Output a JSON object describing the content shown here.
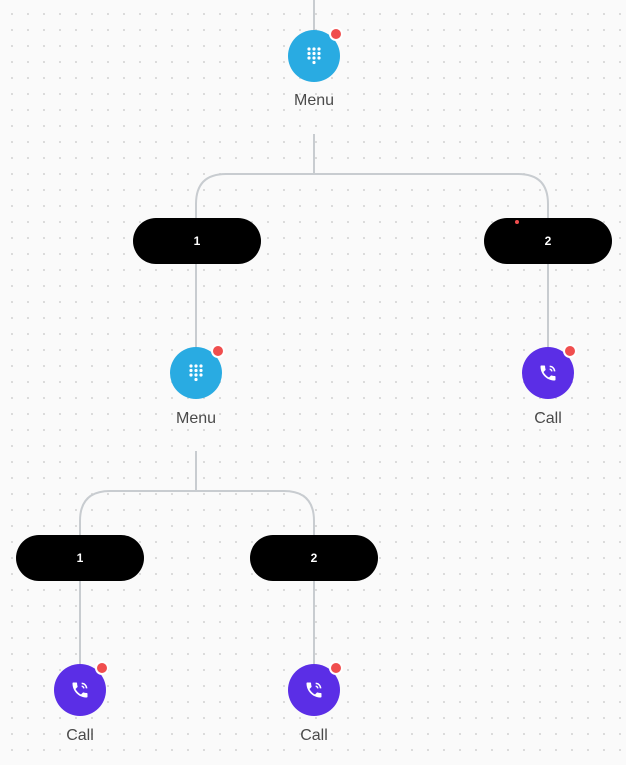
{
  "colors": {
    "menu_node": "#29abe2",
    "call_node": "#5b2ee6",
    "badge": "#f04e4e",
    "connector": "#c8ccd0",
    "pill": "#000000"
  },
  "nodes": [
    {
      "id": "menu-top",
      "type": "menu",
      "label": "Menu",
      "icon": "dialpad-icon"
    },
    {
      "id": "menu-left",
      "type": "menu",
      "label": "Menu",
      "icon": "dialpad-icon"
    },
    {
      "id": "call-right",
      "type": "call",
      "label": "Call",
      "icon": "phone-call-icon"
    },
    {
      "id": "call-bottom-left",
      "type": "call",
      "label": "Call",
      "icon": "phone-call-icon"
    },
    {
      "id": "call-bottom-mid",
      "type": "call",
      "label": "Call",
      "icon": "phone-call-icon"
    }
  ],
  "options": [
    {
      "id": "opt-top-1",
      "label": "1"
    },
    {
      "id": "opt-top-2",
      "label": "2"
    },
    {
      "id": "opt-left-1",
      "label": "1"
    },
    {
      "id": "opt-left-2",
      "label": "2"
    }
  ]
}
